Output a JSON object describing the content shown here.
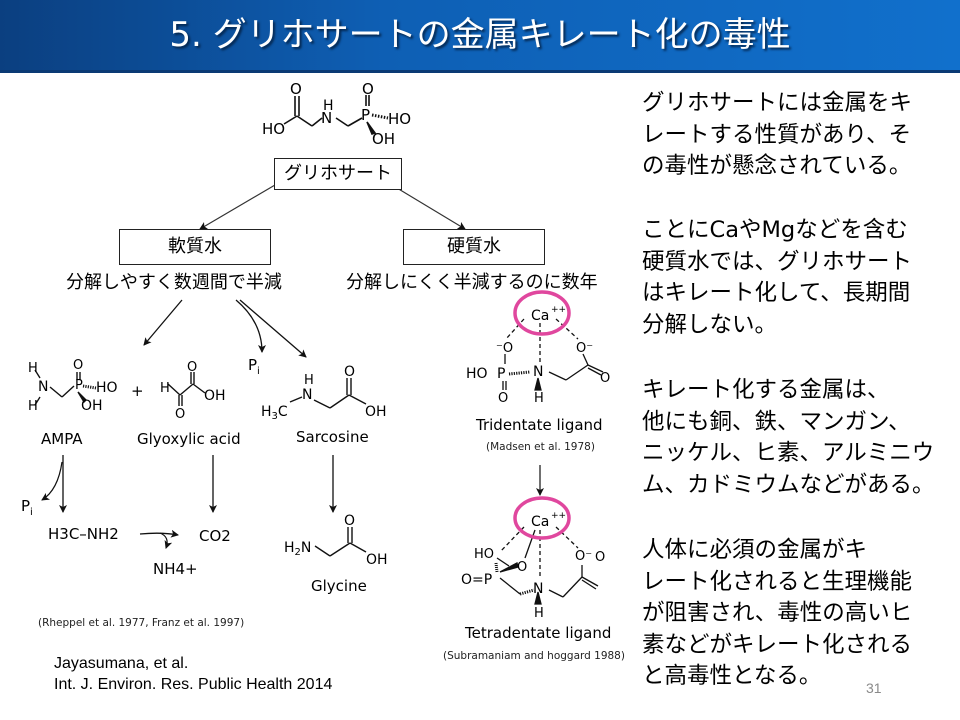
{
  "slide": {
    "title": "5. グリホサートの金属キレート化の毒性",
    "page_number": "31",
    "colors": {
      "title_bar": "#0e5fb4",
      "highlight_circle": "#e0479e"
    }
  },
  "diagram": {
    "glyphosate_box": "グリホサート",
    "soft_water_box": "軟質水",
    "hard_water_box": "硬質水",
    "soft_water_note": "分解しやすく数週間で半減",
    "hard_water_note": "分解しにくく半減するのに数年",
    "glyphosate_structure": {
      "o1": "O",
      "ho": "HO",
      "nh_h": "H",
      "n": "N",
      "o2": "O",
      "p": "P",
      "p_ho": "HO",
      "p_oh": "OH"
    },
    "products": {
      "ampa": "AMPA",
      "glyoxylic_acid": "Glyoxylic acid",
      "sarcosine": "Sarcosine",
      "glycine": "Glycine",
      "pi": "P",
      "pi_sub": "i",
      "plus": "+",
      "methylamine": "H3C–NH2",
      "co2": "CO2",
      "nh4": "NH4+"
    },
    "degradation_citation": "(Rheppel et al. 1977, Franz et al. 1997)",
    "tridentate": {
      "ion": "Ca",
      "charge": "++",
      "label": "Tridentate ligand",
      "citation": "(Madsen et al. 1978)"
    },
    "tetradentate": {
      "ion": "Ca",
      "charge": "++",
      "label": "Tetradentate ligand",
      "citation": "(Subramaniam and hoggard 1988)"
    }
  },
  "reference": {
    "line1": "Jayasumana, et al.",
    "line2": "Int. J. Environ. Res. Public Health 2014"
  },
  "explanation": {
    "para1": [
      "グリホサートには金属をキ",
      "レートする性質があり、そ",
      "の毒性が懸念されている。"
    ],
    "para2": [
      "ことにCaやMgなどを含む",
      "硬質水では、グリホサート",
      "はキレート化して、長期間",
      "分解しない。"
    ],
    "para3": [
      "キレート化する金属は、",
      "他にも銅、鉄、マンガン、",
      "ニッケル、ヒ素、アルミニウ",
      "ム、カドミウムなどがある。"
    ],
    "para4": [
      "人体に必須の金属がキ",
      "レート化されると生理機能",
      "が阻害され、毒性の高いヒ",
      "素などがキレート化される",
      "と高毒性となる。"
    ]
  }
}
